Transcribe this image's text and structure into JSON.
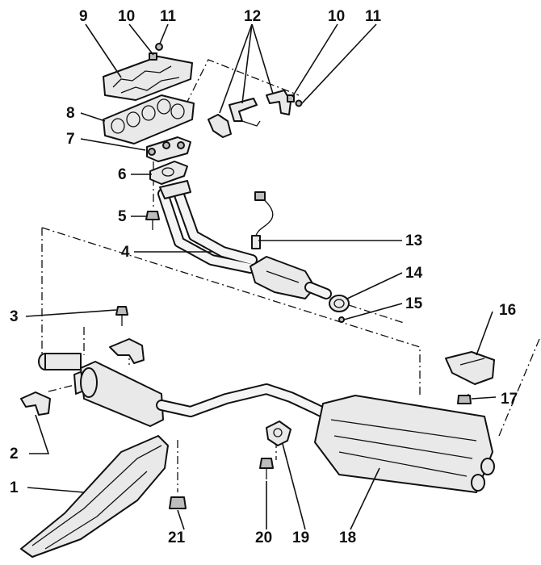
{
  "callouts": {
    "c1": "1",
    "c2": "2",
    "c3": "3",
    "c4": "4",
    "c5": "5",
    "c6": "6",
    "c7": "7",
    "c8": "8",
    "c9": "9",
    "c10a": "10",
    "c10b": "10",
    "c11a": "11",
    "c11b": "11",
    "c12": "12",
    "c13": "13",
    "c14": "14",
    "c15": "15",
    "c16": "16",
    "c17": "17",
    "c18": "18",
    "c19": "19",
    "c20": "20",
    "c21": "21"
  }
}
